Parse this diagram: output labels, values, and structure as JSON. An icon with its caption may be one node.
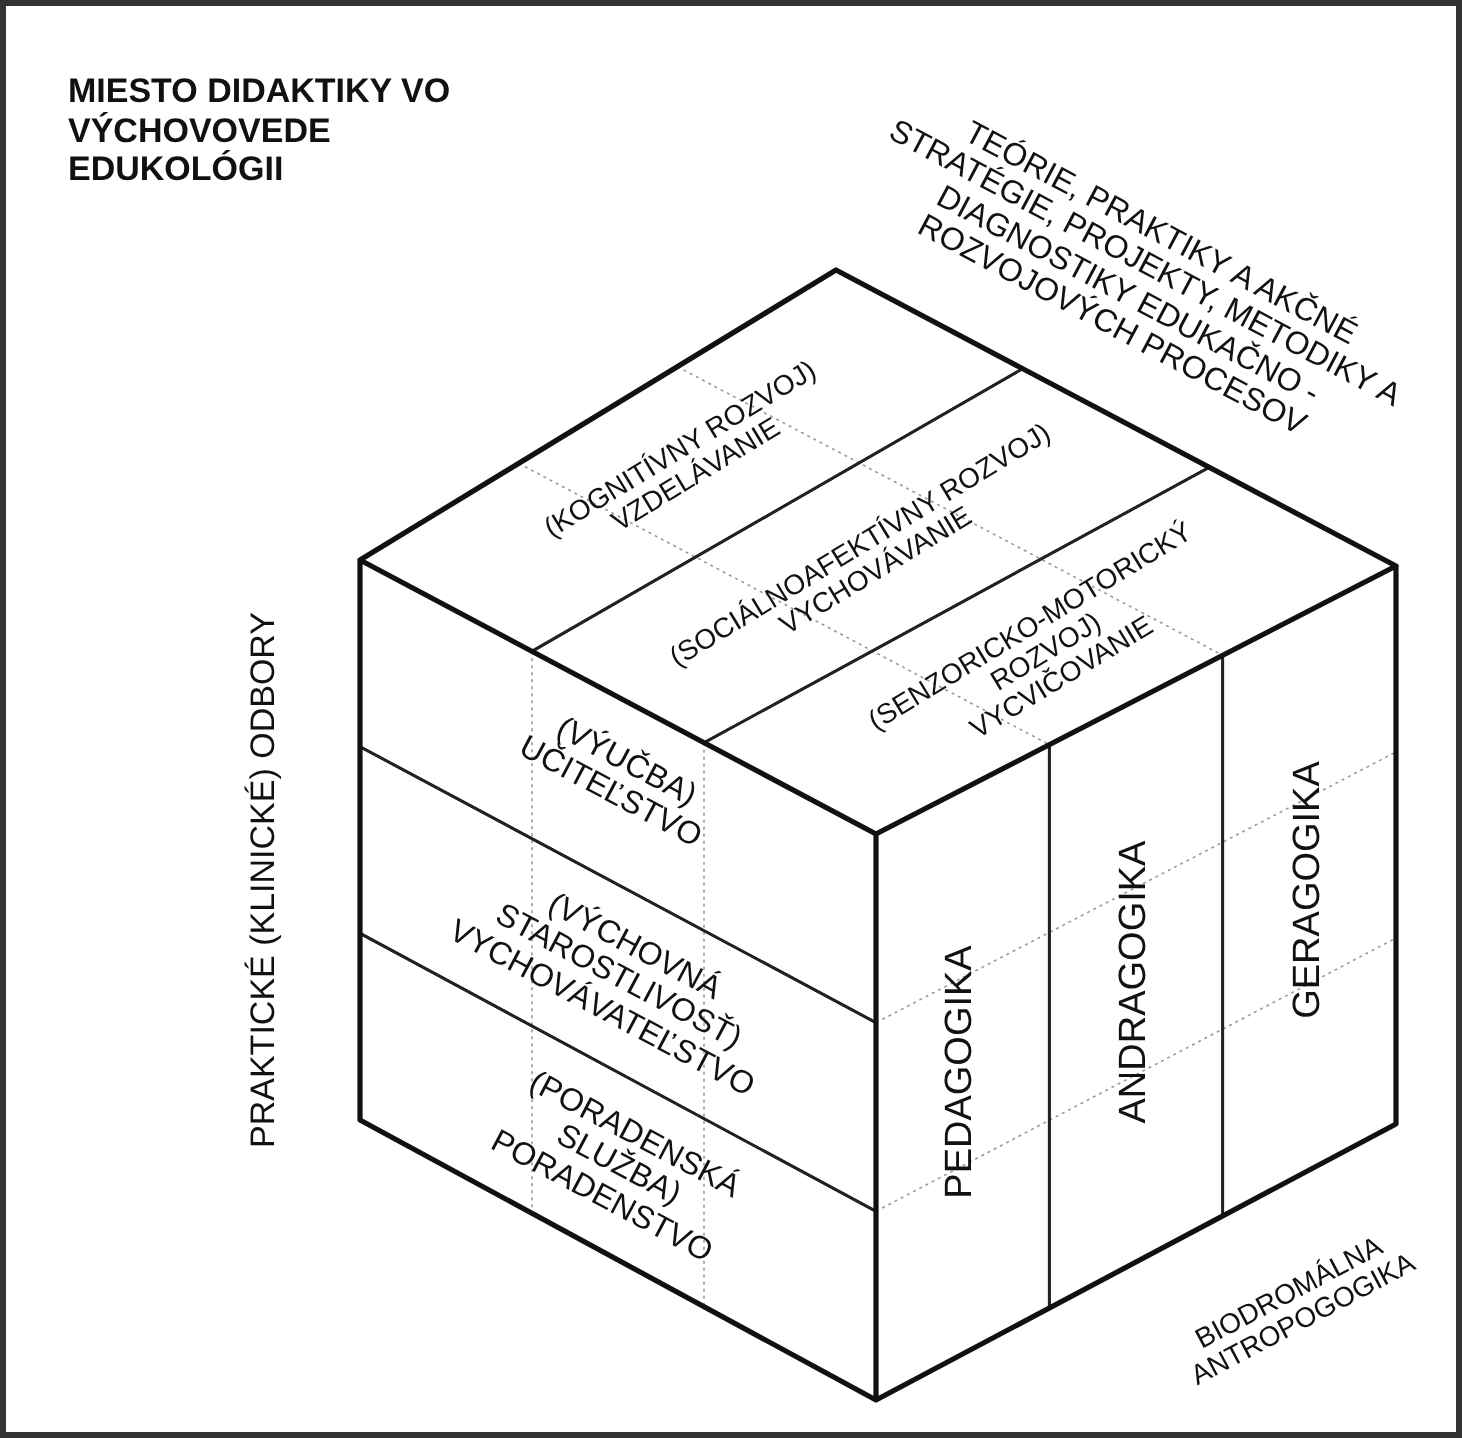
{
  "diagram": {
    "title": "MIESTO DIDAKTIKY VO VÝCHOVOVEDE EDUKOLÓGII",
    "nodes": [
      {
        "text": [
          "(KOGNITÍVNY ROZVOJ)",
          "VZDELÁVANIE"
        ]
      },
      {
        "text": [
          "(SOCIÁLNOAFEKTÍVNY ROZVOJ)",
          "VYCHOVÁVANIE"
        ]
      },
      {
        "text": [
          "(SENZORICKO-MOTORICKÝ ROZVOJ)",
          "VYCVIČOVANIE"
        ]
      },
      {
        "text": [
          "(VÝUČBA)",
          "UČITEĽSTVO"
        ]
      },
      {
        "text": [
          "(VÝCHOVNÁ STAROSTLIVOSŤ)",
          "VYCHOVÁVATEĽSTVO"
        ]
      },
      {
        "text": [
          "(PORADENSKÁ SLUŽBA)",
          "PORADENSTVO"
        ]
      },
      {
        "text": [
          "PEDAGOGIKA"
        ]
      },
      {
        "text": [
          "ANDRAGOGIKA"
        ]
      },
      {
        "text": [
          "GERAGOGIKA"
        ]
      }
    ],
    "labels": [
      "TEÓRIE, PRAKTIKY A AKČNÉ STRATÉGIE, PROJEKTY, METODIKY A DIAGNOSTIKY EDUKAČNO - ROZVOJOVÝCH PROCESOV",
      "PRAKTICKÉ (KLINICKÉ) ODBORY",
      "BIODROMÁLNA ANTROPOGOGIKA"
    ]
  }
}
